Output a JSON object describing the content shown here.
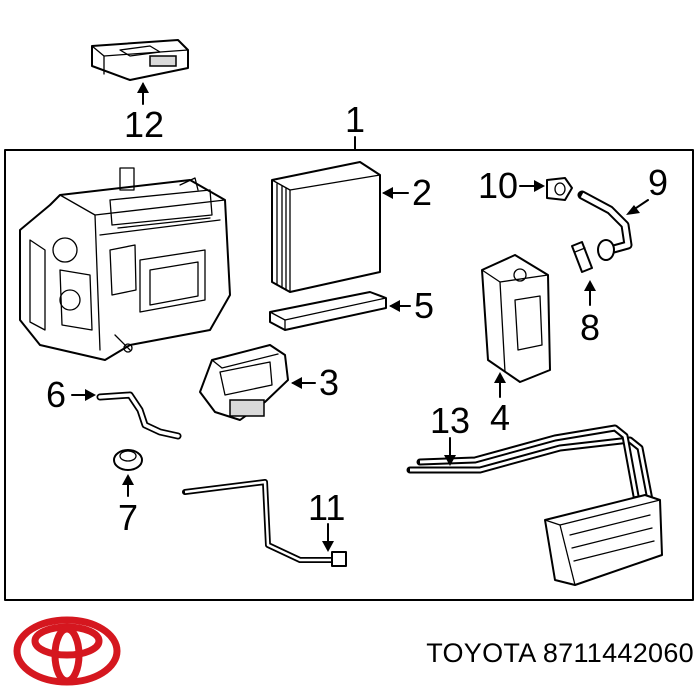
{
  "callouts": {
    "c1": "1",
    "c2": "2",
    "c3": "3",
    "c4": "4",
    "c5": "5",
    "c6": "6",
    "c7": "7",
    "c8": "8",
    "c9": "9",
    "c10": "10",
    "c11": "11",
    "c12": "12",
    "c13": "13"
  },
  "caption": {
    "brand": "TOYOTA",
    "part_number": "8711442060"
  },
  "logo": {
    "name": "toyota-logo",
    "color": "#d5171f"
  },
  "colors": {
    "line": "#000000",
    "background": "#ffffff"
  }
}
